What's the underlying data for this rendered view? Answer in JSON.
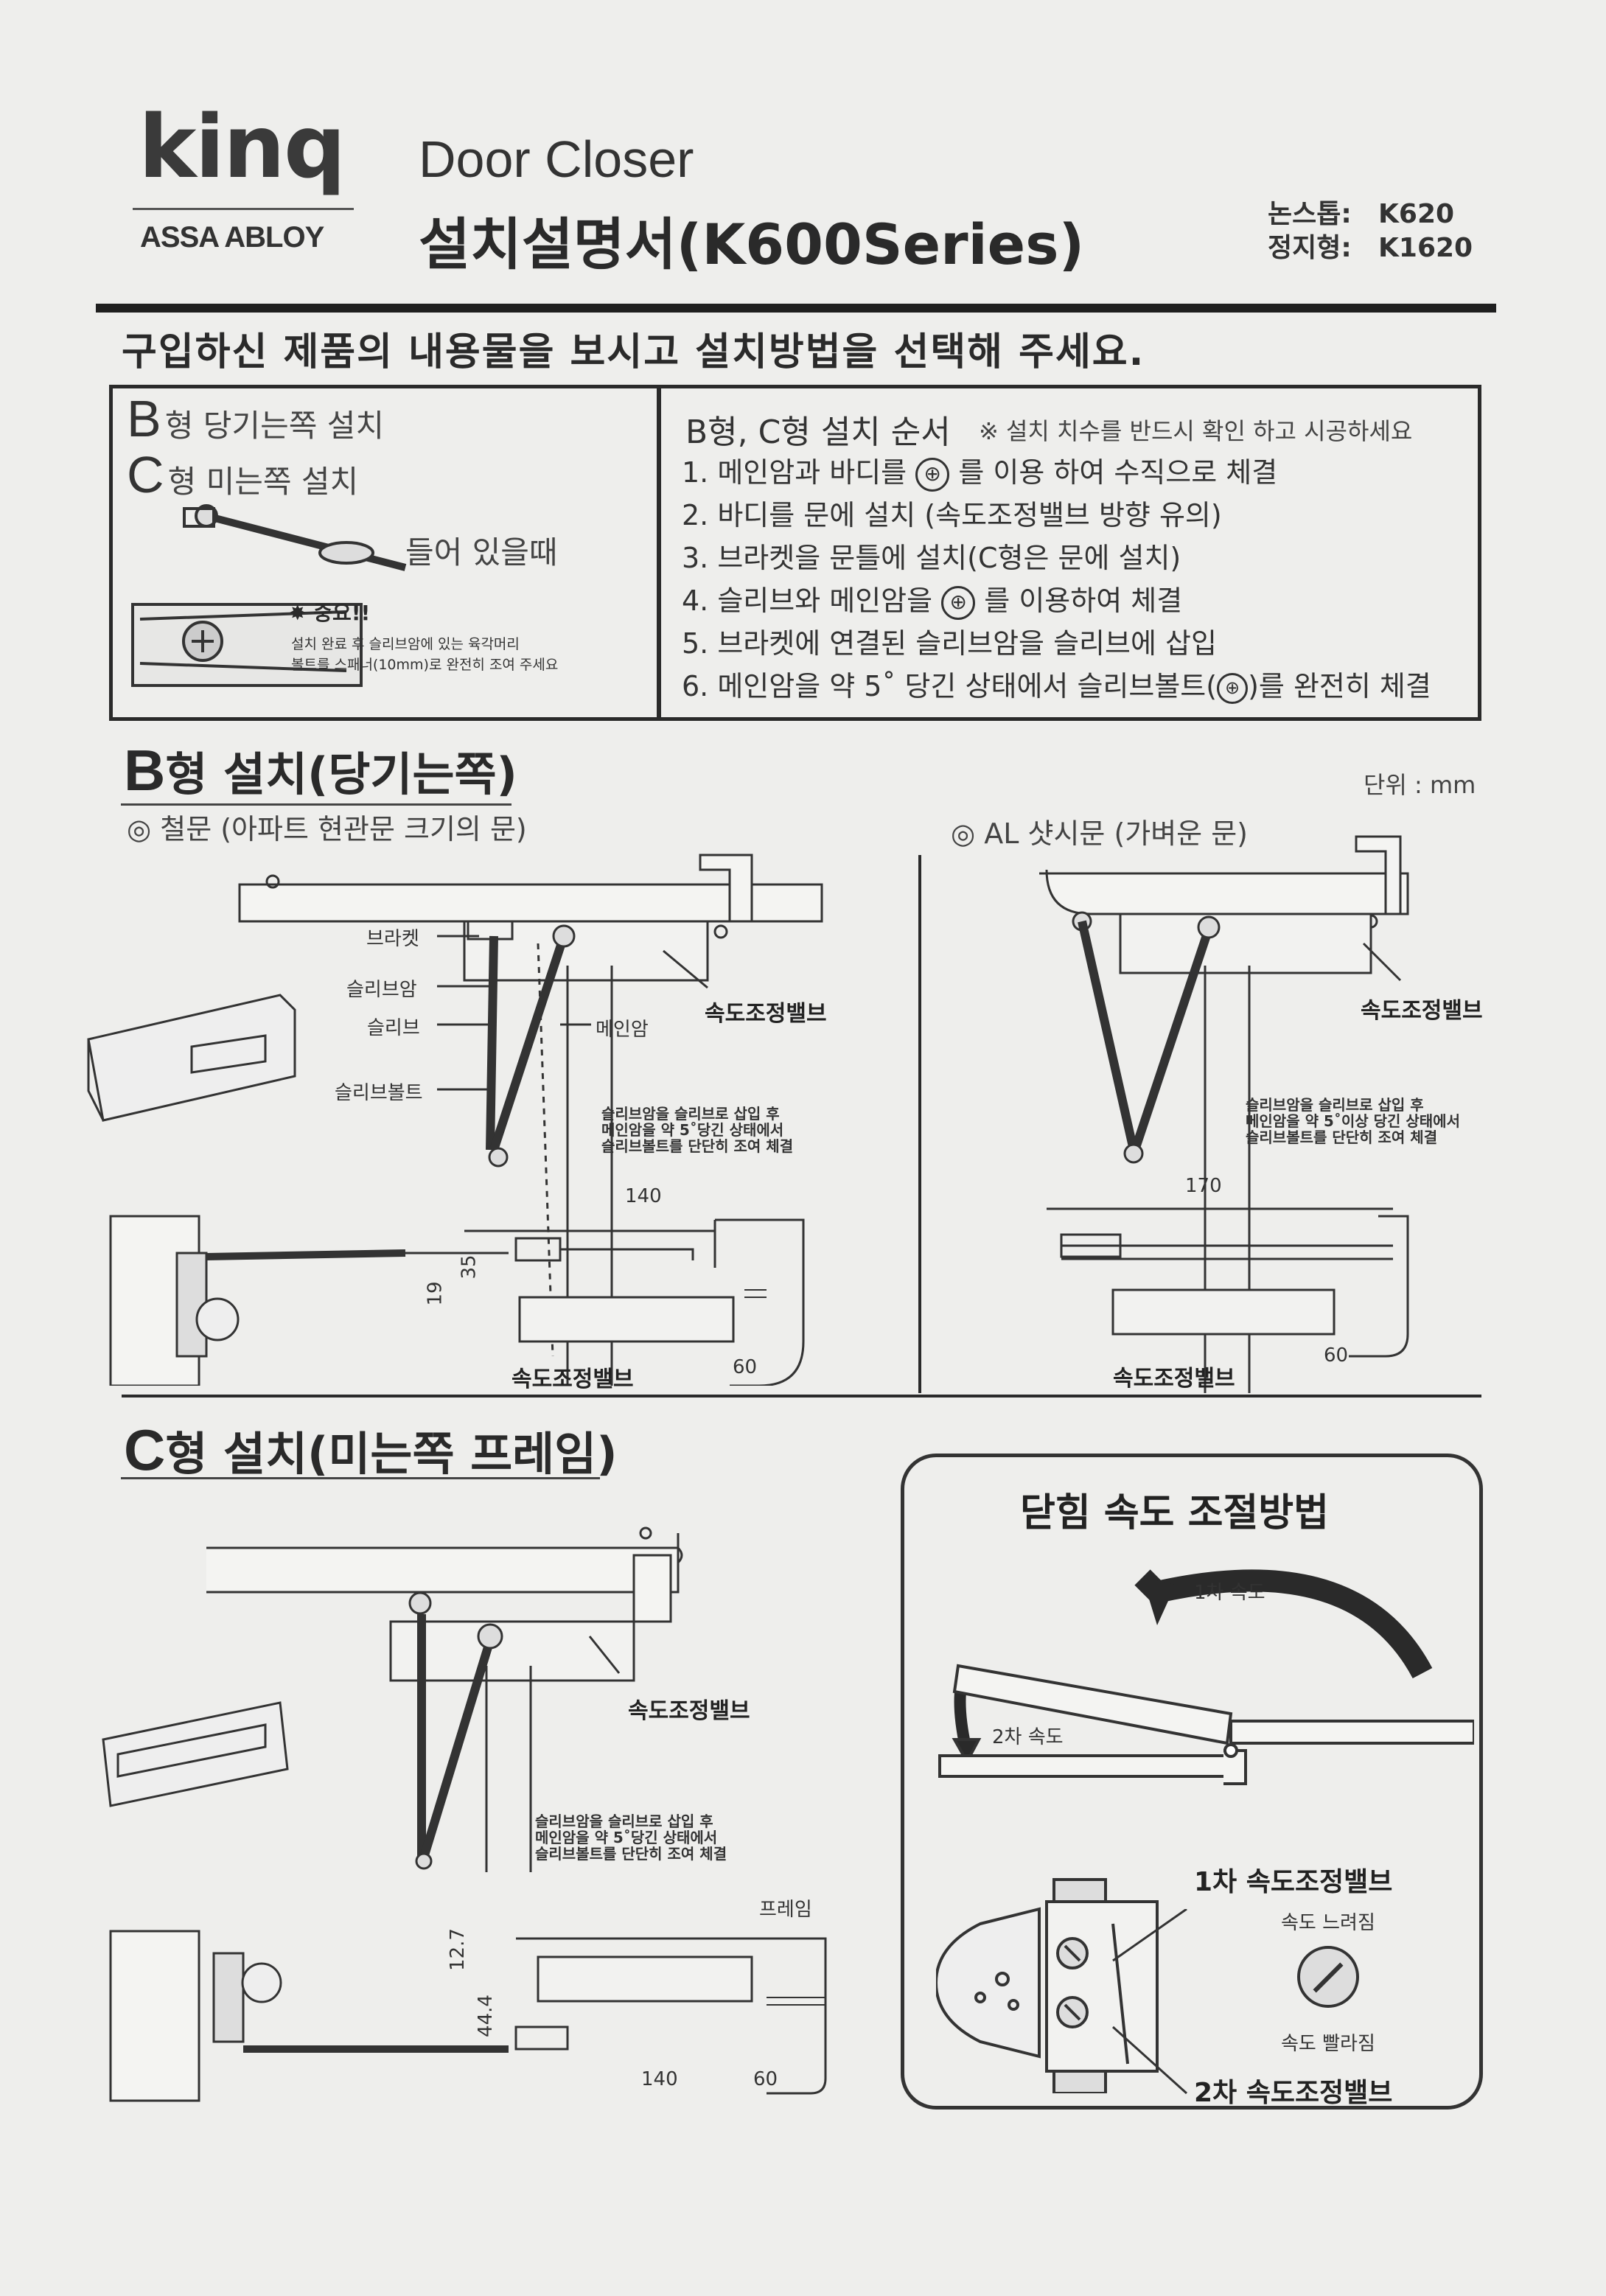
{
  "header": {
    "brand": "kinq",
    "brand_sub": "ASSA ABLOY",
    "title_en": "Door Closer",
    "title_ko": "설치설명서(K600Series)",
    "models": [
      {
        "label": "논스톱:",
        "value": "K620"
      },
      {
        "label": "정지형:",
        "value": "K1620"
      }
    ]
  },
  "instruction": "구입하신 제품의 내용물을 보시고 설치방법을 선택해 주세요.",
  "type_box": {
    "b_letter": "B",
    "b_text": "형 당기는쪽 설치",
    "c_letter": "C",
    "c_text": "형 미는쪽 설치",
    "included_text": "들어 있을때",
    "important": "중요!!",
    "important_note_1": "설치 완료 후 슬리브암에 있는 육각머리",
    "important_note_2": "볼트를 스패너(10mm)로 완전히 조여 주세요"
  },
  "steps": {
    "title": "B형, C형 설치 순서",
    "note": "※ 설치 치수를 반드시 확인 하고 시공하세요",
    "items": [
      {
        "pre": "1. 메인암과 바디를",
        "post": "를 이용 하여 수직으로  체결"
      },
      {
        "pre": "2. 바디를 문에 설치 (속도조정밸브 방향 유의)",
        "post": ""
      },
      {
        "pre": "3. 브라켓을 문틀에 설치(C형은 문에 설치)",
        "post": ""
      },
      {
        "pre": "4. 슬리브와  메인암을",
        "post": "를 이용하여 체결"
      },
      {
        "pre": "5. 브라켓에 연결된 슬리브암을 슬리브에 삽입",
        "post": ""
      },
      {
        "pre": "6. 메인암을 약 5˚ 당긴 상태에서 슬리브볼트(",
        "post": ")를 완전히  체결"
      }
    ]
  },
  "section_b": {
    "letter": "B",
    "title": "형 설치(당기는쪽)",
    "unit": "단위 : mm",
    "left_sub": "◎ 철문 (아파트 현관문 크기의 문)",
    "right_sub": "◎  AL 샷시문 (가벼운 문)",
    "labels": {
      "bracket": "브라켓",
      "sleeve_arm": "슬리브암",
      "sleeve": "슬리브",
      "main_arm": "메인암",
      "sleeve_bolt": "슬리브볼트",
      "speed_valve": "속도조정밸브"
    },
    "left_note": [
      "슬리브암을 슬리브로 삽입 후",
      "메인암을 약 5˚당긴 상태에서",
      "슬리브볼트를 단단히 조여 체결"
    ],
    "right_note": [
      "슬리브암을 슬리브로 삽입 후",
      "메인암을 약 5˚이상 당긴 상태에서",
      "슬리브볼트를 단단히 조여 체결"
    ],
    "dims_left": {
      "width": "140",
      "offset": "60",
      "v1": "35",
      "v2": "19"
    },
    "dims_right": {
      "width": "170",
      "offset": "60"
    }
  },
  "section_c": {
    "letter": "C",
    "title": "형 설치(미는쪽 프레임)",
    "speed_valve": "속도조정밸브",
    "note": [
      "슬리브암을 슬리브로 삽입 후",
      "메인암을 약 5˚당긴 상태에서",
      "슬리브볼트를 단단히 조여 체결"
    ],
    "frame": "프레임",
    "dims": {
      "width": "140",
      "offset": "60",
      "v1": "12.7",
      "v2": "44.4"
    }
  },
  "speed_panel": {
    "title": "닫힘 속도 조절방법",
    "speed1": "1차 속도",
    "speed2": "2차 속도",
    "valve1": "1차 속도조정밸브",
    "slower": "속도 느려짐",
    "faster": "속도 빨라짐",
    "valve2": "2차 속도조정밸브"
  },
  "icons": {
    "screw": "screw-icon",
    "star": "star-icon",
    "arrow": "curved-arrow-icon"
  }
}
